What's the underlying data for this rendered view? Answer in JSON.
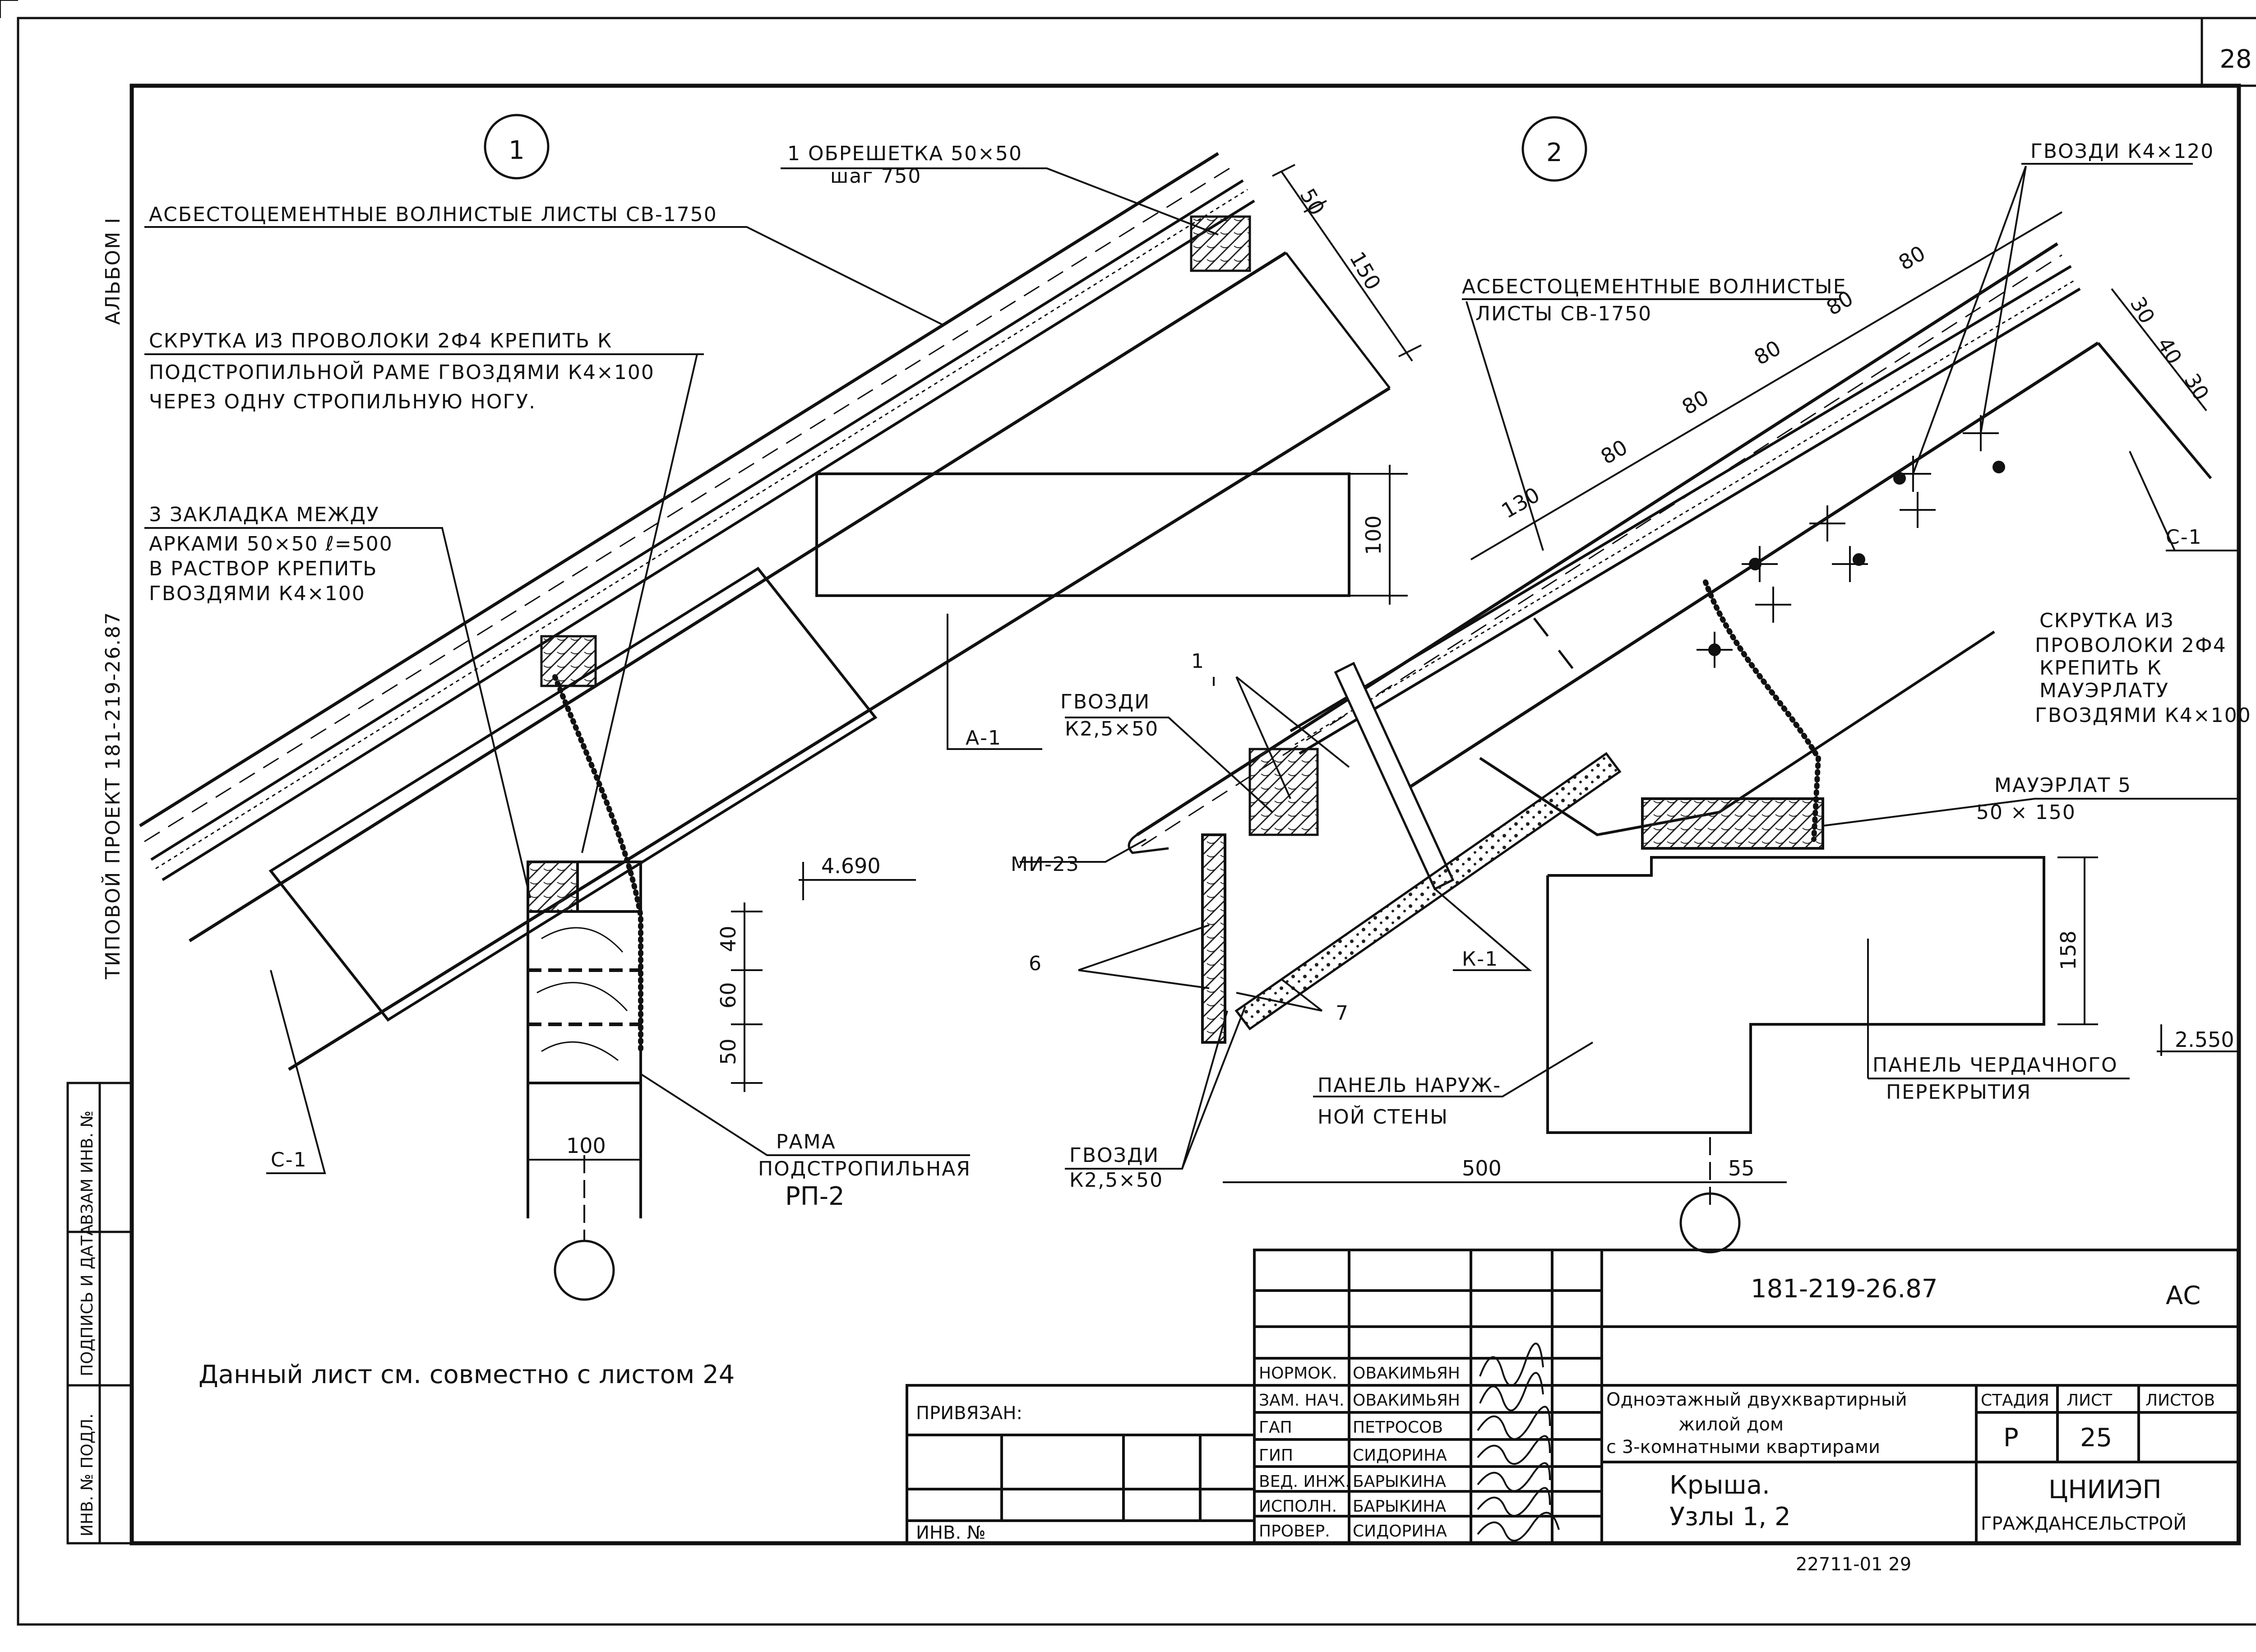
{
  "sheet": {
    "page_number": "28",
    "album": "АЛЬБОМ I",
    "side_project": "ТИПОВОЙ ПРОЕКТ 181-219-26.87",
    "side_fields": [
      "ИНВ. № ПОДЛ.",
      "ПОДПИСЬ И ДАТА",
      "ВЗАМ ИНВ. №"
    ]
  },
  "node1": {
    "marker": "1",
    "labels": {
      "sheets": "АСБЕСТОЦЕМЕНТНЫЕ ВОЛНИСТЫЕ ЛИСТЫ СВ-1750",
      "lathing_1": "1 ОБРЕШЕТКА 50×50",
      "lathing_2": "шаг 750",
      "twist_1": "СКРУТКА ИЗ ПРОВОЛОКИ 2Ф4 КРЕПИТЬ К",
      "twist_2": "ПОДСТРОПИЛЬНОЙ РАМЕ ГВОЗДЯМИ К4×100",
      "twist_3": "ЧЕРЕЗ ОДНУ СТРОПИЛЬНУЮ НОГУ.",
      "insert_1": "3 ЗАКЛАДКА МЕЖДУ",
      "insert_2": "АРКАМИ 50×50 ℓ=500",
      "insert_3": "В РАСТВОР КРЕПИТЬ",
      "insert_4": "ГВОЗДЯМИ К4×100",
      "a1": "А-1",
      "c1": "С-1",
      "frame_1": "РАМА",
      "frame_2": "ПОДСТРОПИЛЬНАЯ",
      "frame_3": "РП-2"
    },
    "dims": {
      "d50": "50",
      "d150": "150",
      "d100a": "100",
      "level": "4.690",
      "d40": "40",
      "d60": "60",
      "d50b": "50",
      "d100b": "100"
    }
  },
  "node2": {
    "marker": "2",
    "labels": {
      "nails_top": "ГВОЗДИ К4×120",
      "sheets_1": "АСБЕСТОЦЕМЕНТНЫЕ ВОЛНИСТЫЕ",
      "sheets_2": "ЛИСТЫ СВ-1750",
      "c1": "С-1",
      "twist_1": "СКРУТКА ИЗ",
      "twist_2": "ПРОВОЛОКИ 2Ф4",
      "twist_3": "КРЕПИТЬ К",
      "twist_4": "МАУЭРЛАТУ",
      "twist_5": "ГВОЗДЯМИ К4×100",
      "mauer_1": "МАУЭРЛАТ 5",
      "mauer_2": "50 × 150",
      "ref1": "1",
      "nails_mid_1": "ГВОЗДИ",
      "nails_mid_2": "К2,5×50",
      "mi23": "МИ-23",
      "ref6": "6",
      "k1": "К-1",
      "ref7": "7",
      "nails_bot_1": "ГВОЗДИ",
      "nails_bot_2": "К2,5×50",
      "wall_1": "ПАНЕЛЬ НАРУЖ-",
      "wall_2": "НОЙ СТЕНЫ",
      "floor_1": "ПАНЕЛЬ ЧЕРДАЧНОГО",
      "floor_2": "ПЕРЕКРЫТИЯ"
    },
    "dims": {
      "d130": "130",
      "d80": "80",
      "d30a": "30",
      "d40": "40",
      "d30b": "30",
      "d158": "158",
      "level": "2.550",
      "d500": "500",
      "d55": "55"
    }
  },
  "note": "Данный лист см. совместно с листом 24",
  "title_block": {
    "code": "181-219-26.87",
    "mark": "АС",
    "bound": "ПРИВЯЗАН:",
    "inv": "ИНВ. №",
    "roles": [
      "НОРМОК.",
      "ЗАМ. НАЧ.",
      "ГАП",
      "ГИП",
      "ВЕД. ИНЖ.",
      "ИСПОЛН.",
      "ПРОВЕР."
    ],
    "names": [
      "ОВАКИМЬЯН",
      "ОВАКИМЬЯН",
      "ПЕТРОСОВ",
      "СИДОРИНА",
      "БАРЫКИНА",
      "БАРЫКИНА",
      "СИДОРИНА"
    ],
    "project_1": "Одноэтажный двухквартирный",
    "project_2": "жилой дом",
    "project_3": "с 3-комнатными квартирами",
    "sheet_title_1": "Крыша.",
    "sheet_title_2": "Узлы 1, 2",
    "stage_h": "СТАДИЯ",
    "sheet_h": "ЛИСТ",
    "sheets_h": "ЛИСТОВ",
    "stage": "Р",
    "sheet_no": "25",
    "org_1": "ЦНИИЭП",
    "org_2": "ГРАЖДАНСЕЛЬСТРОЙ",
    "footer": "22711-01   29"
  }
}
